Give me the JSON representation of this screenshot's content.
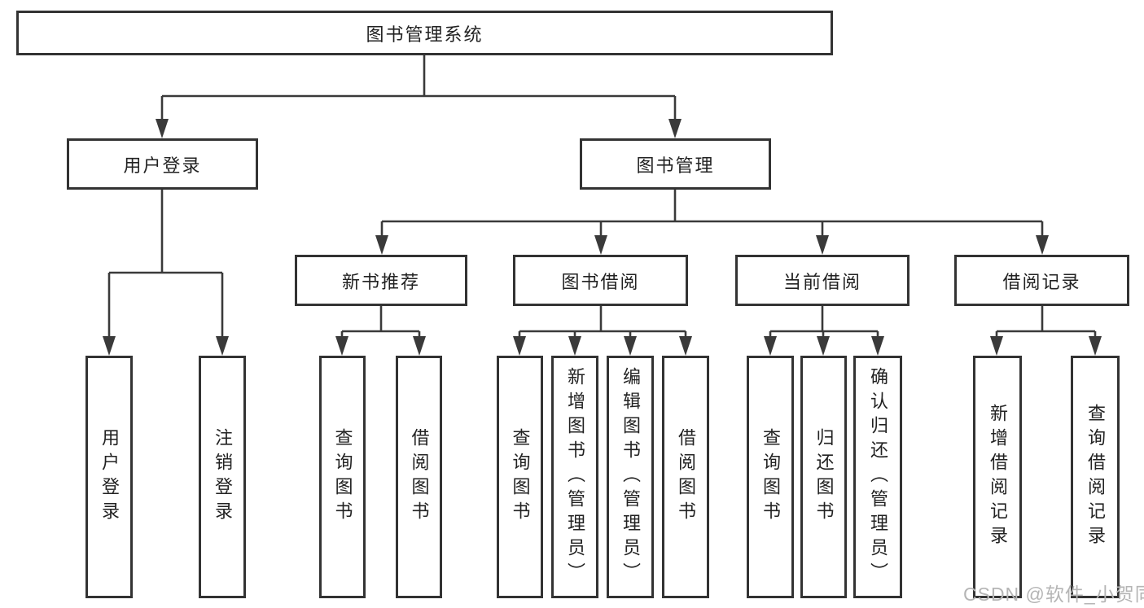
{
  "tree": {
    "root": {
      "label": "图书管理系统"
    },
    "level2": [
      {
        "label": "用户登录"
      },
      {
        "label": "图书管理"
      }
    ],
    "level3": [
      {
        "label": "新书推荐"
      },
      {
        "label": "图书借阅"
      },
      {
        "label": "当前借阅"
      },
      {
        "label": "借阅记录"
      }
    ],
    "leaves": {
      "user_login": [
        {
          "label": "用户登录"
        },
        {
          "label": "注销登录"
        }
      ],
      "new_books": [
        {
          "label": "查询图书"
        },
        {
          "label": "借阅图书"
        }
      ],
      "book_borrow": [
        {
          "label": "查询图书"
        },
        {
          "label": "新增图书（管理员）"
        },
        {
          "label": "编辑图书（管理员）"
        },
        {
          "label": "借阅图书"
        }
      ],
      "current_borrow": [
        {
          "label": "查询图书"
        },
        {
          "label": "归还图书"
        },
        {
          "label": "确认归还（管理员）"
        }
      ],
      "borrow_records": [
        {
          "label": "新增借阅记录"
        },
        {
          "label": "查询借阅记录"
        }
      ]
    }
  },
  "watermark": "CSDN @软件_小贺同学",
  "colors": {
    "line": "#3a3a3a",
    "box_border": "#333333",
    "text": "#222222",
    "watermark": "#b5b5b5",
    "background": "#ffffff"
  }
}
